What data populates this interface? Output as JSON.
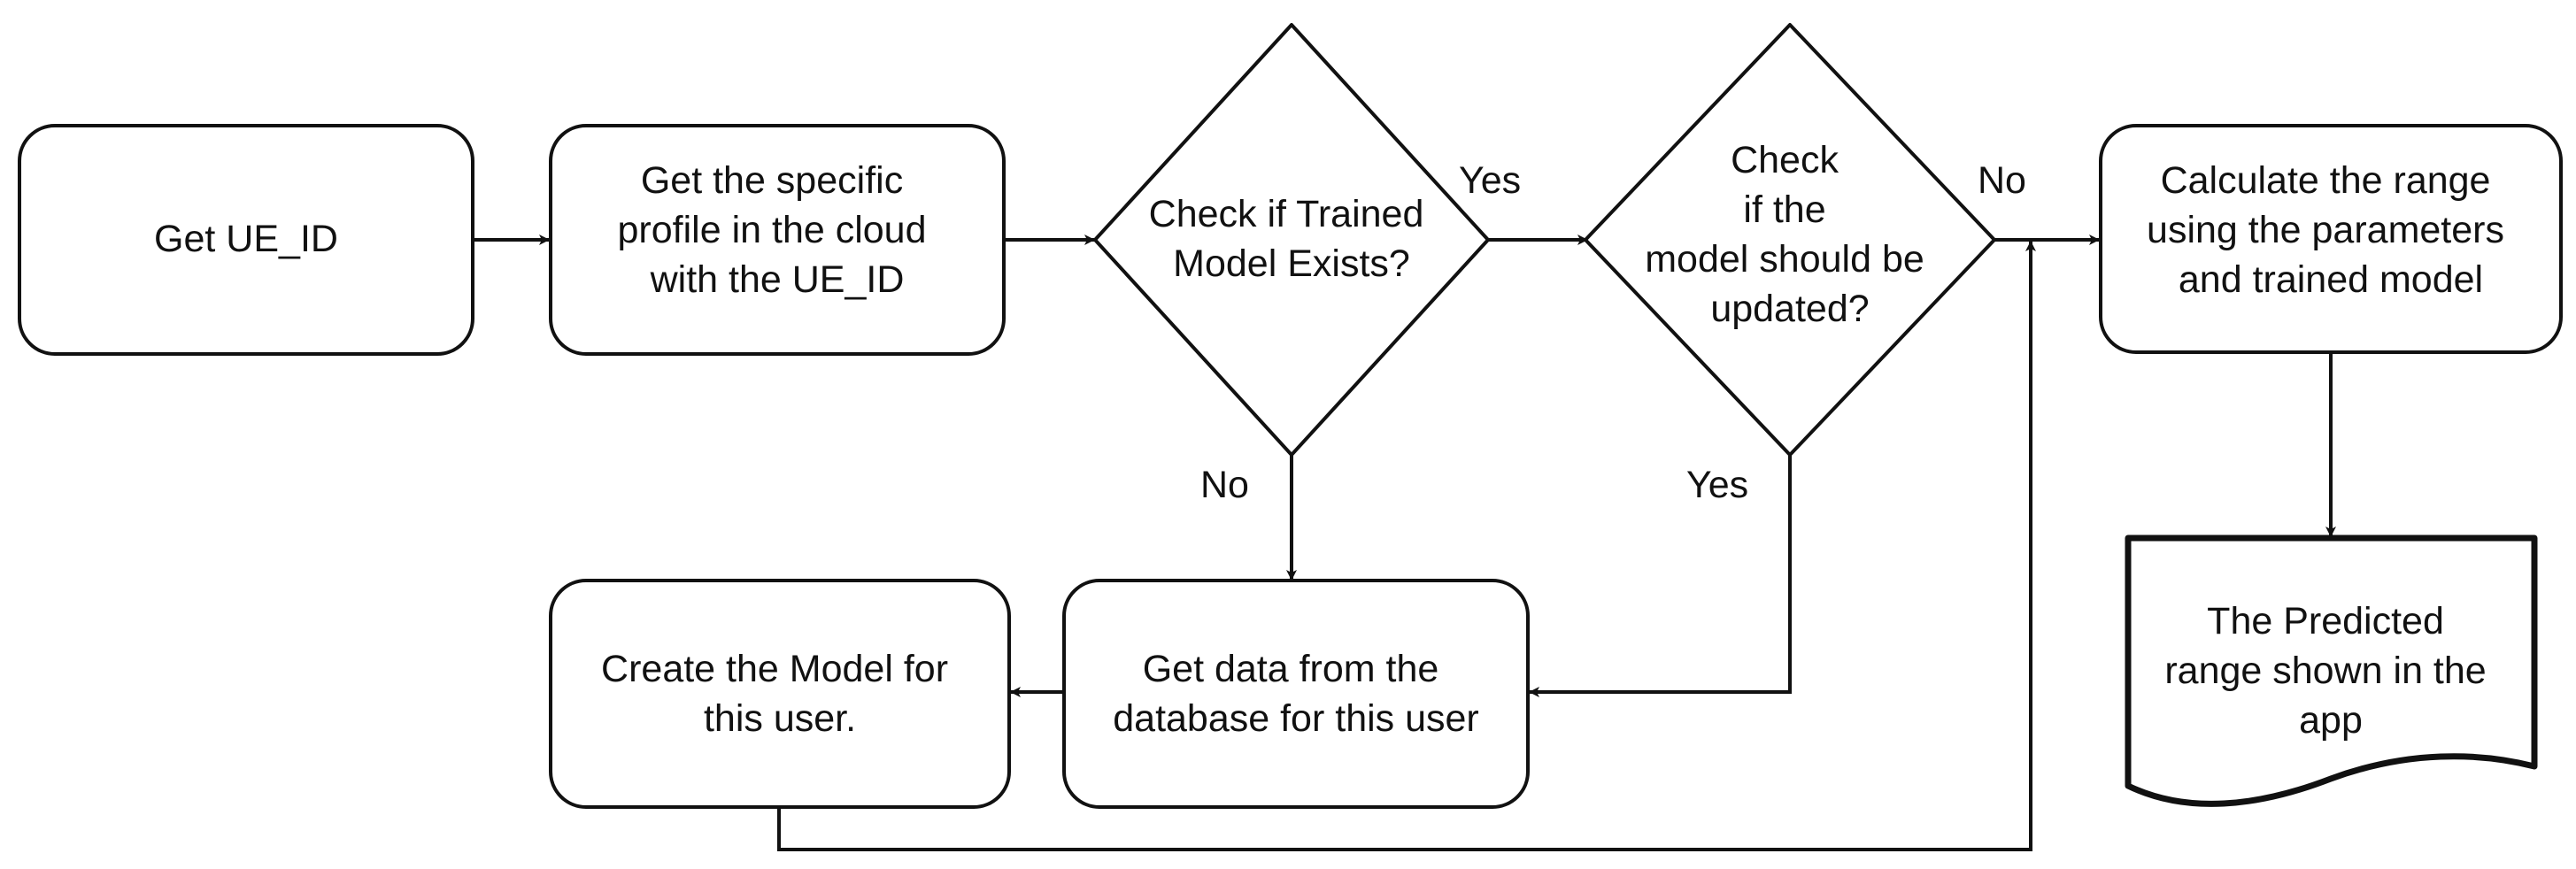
{
  "nodes": {
    "get_ue_id": {
      "label": [
        "Get UE_ID"
      ]
    },
    "get_profile": {
      "label": [
        "Get the specific",
        "profile in the cloud",
        "with the UE_ID"
      ]
    },
    "check_trained_model": {
      "label": [
        "Check if Trained",
        "Model Exists?"
      ]
    },
    "check_update": {
      "label": [
        "Check",
        "if the",
        "model should be",
        "updated?"
      ]
    },
    "calculate_range": {
      "label": [
        "Calculate the range",
        "using the parameters",
        "and trained model"
      ]
    },
    "get_data": {
      "label": [
        "Get data from the",
        "database for this user"
      ]
    },
    "create_model": {
      "label": [
        "Create the Model for",
        "this user."
      ]
    },
    "predicted_range": {
      "label": [
        "The Predicted",
        "range shown in the",
        "app"
      ]
    }
  },
  "edges": {
    "trained_yes": {
      "label": "Yes"
    },
    "trained_no": {
      "label": "No"
    },
    "update_no": {
      "label": "No"
    },
    "update_yes": {
      "label": "Yes"
    }
  },
  "colors": {
    "stroke": "#111111",
    "fill": "#ffffff",
    "text": "#111111"
  }
}
